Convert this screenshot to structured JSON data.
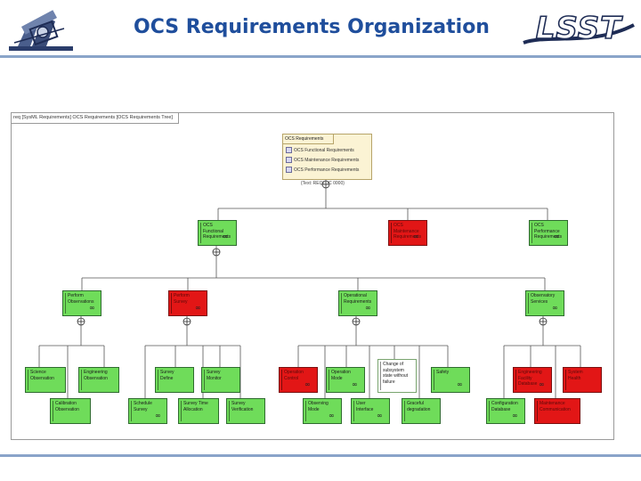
{
  "header": {
    "title": "OCS Requirements Organization",
    "logo_right_text": "LSST"
  },
  "frame": {
    "tab_label": "req [SysML Requirements] OCS Requirements [OCS Requirements Tree]"
  },
  "package": {
    "title": "OCS Requirements",
    "items": [
      "OCS Functional Requirements",
      "OCS Maintenance Requirements",
      "OCS Performance Requirements"
    ],
    "tag": "{Text: REQLOC 0000}"
  },
  "requirements": {
    "functional": "OCS\nFunctional\nRequirements",
    "maintenance": "OCS\nMaintenance\nRequirements",
    "performance": "OCS\nPerformance\nRequirements",
    "perform_observations": "Perform\nObservations",
    "perform_survey": "Perform\nSurvey",
    "operational_requirements": "Operational\nRequirements",
    "observatory_services": "Observatory\nServices",
    "science_observation": "Science\nObservation",
    "engineering_observation": "Engineering\nObservation",
    "calibration_observation": "Calibration\nObservation",
    "survey_define": "Survey\nDefine",
    "survey_monitor": "Survey\nMonitor",
    "schedule_survey": "Schedule\nSurvey",
    "survey_time_allocation": "Survey Time\nAllocation",
    "survey_verification": "Survey\nVerification",
    "operation_control": "Operation\nControl",
    "operation_mode": "Operation\nMode",
    "change_subsystem_state": "Change of\nsubsystem\nstate without\nfailure",
    "safety": "Safety",
    "observing_mode": "Observing\nMode",
    "user_interface": "User\nInterface",
    "graceful_degradation": "Graceful\ndegradation",
    "engineering_facility_database": "Engineering\nFacility\nDatabase",
    "system_health": "System\nHealth",
    "configuration_database": "Configuration\nDatabase",
    "maintenance_communication": "Maintenance\nCommunication"
  }
}
